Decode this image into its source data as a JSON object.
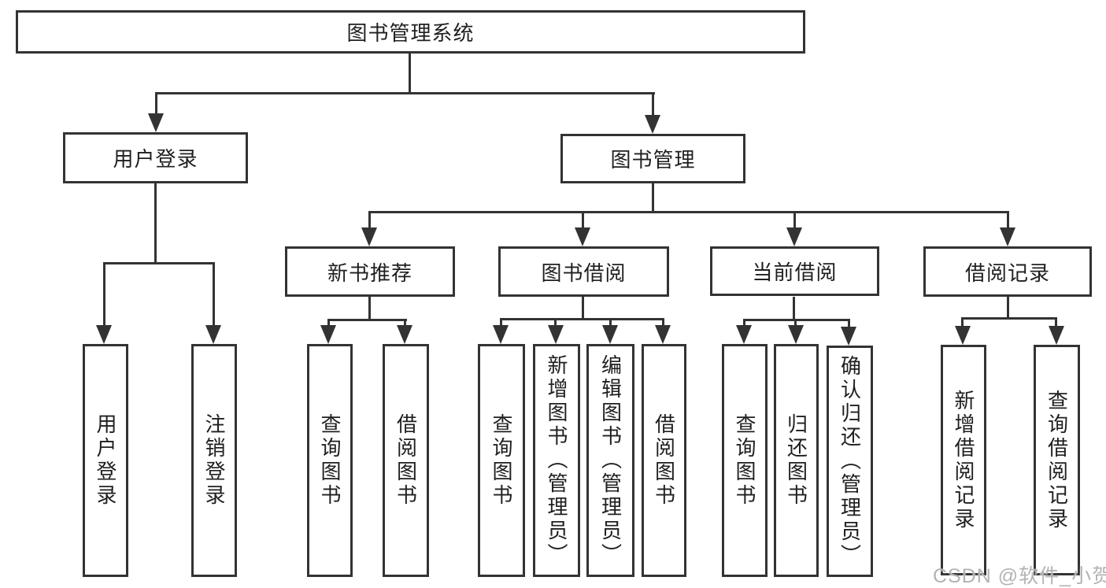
{
  "diagram": {
    "nodes": {
      "root": "图书管理系统",
      "user_login": "用户登录",
      "book_mgmt": "图书管理",
      "new_book": "新书推荐",
      "book_borrow": "图书借阅",
      "current_borrow": "当前借阅",
      "borrow_record": "借阅记录",
      "ul_login": "用户登录",
      "ul_logout": "注销登录",
      "nb_query": "查询图书",
      "nb_borrow": "借阅图书",
      "bb_query": "查询图书",
      "bb_add": "新增图书（管理员）",
      "bb_edit": "编辑图书（管理员）",
      "bb_borrow": "借阅图书",
      "cb_query": "查询图书",
      "cb_return": "归还图书",
      "cb_confirm": "确认归还（管理员）",
      "br_add": "新增借阅记录",
      "br_query": "查询借阅记录"
    },
    "colors": {
      "line": "#333333",
      "text": "#1f1f1f",
      "box_background": "#ffffff",
      "page_background": "#ffffff"
    }
  },
  "watermark": {
    "text": "CSDN @软件_小贺同学",
    "color": "#b3b3b3"
  }
}
